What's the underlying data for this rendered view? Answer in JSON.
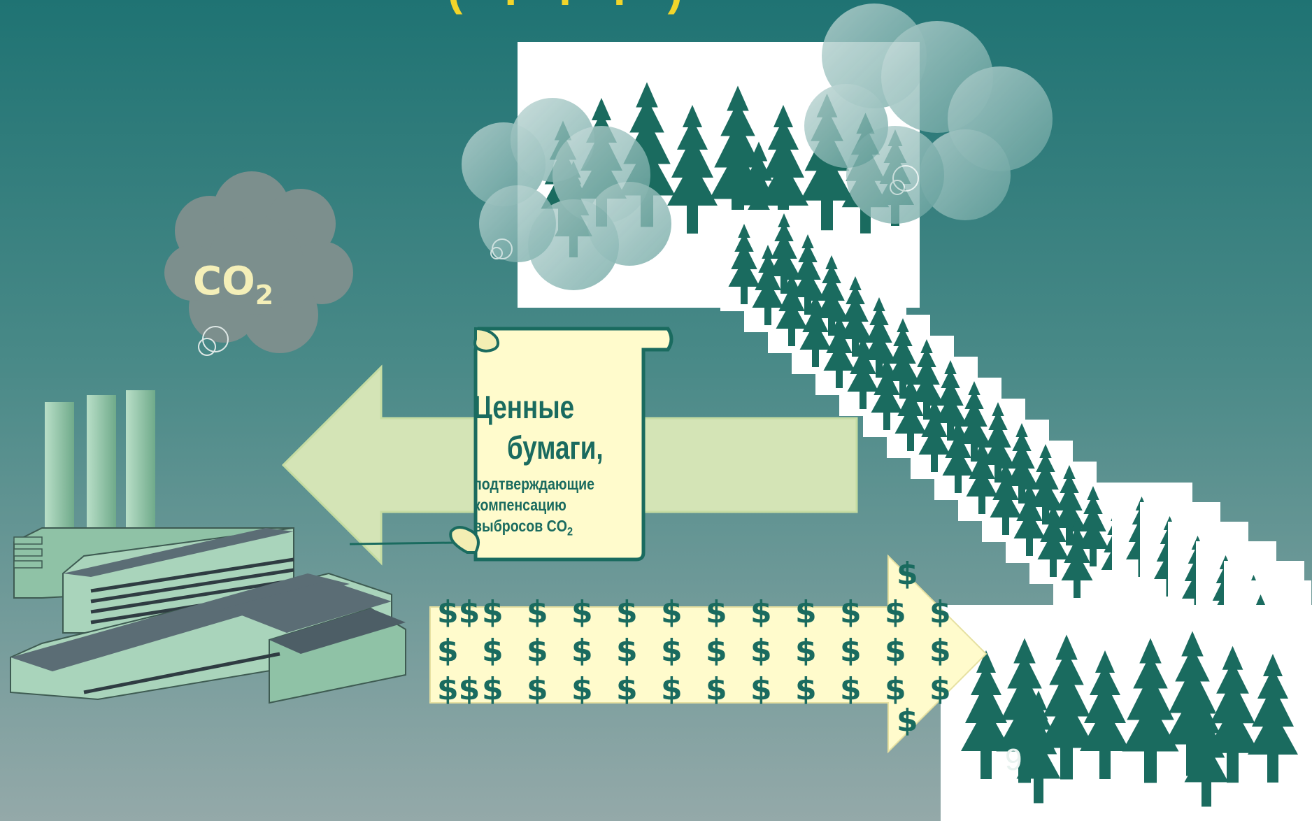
{
  "title_fragment": "(...)",
  "co2_cloud": {
    "text": "CO",
    "subscript": "2"
  },
  "certificate": {
    "title_line1": "Ценные",
    "title_line2": "бумаги,",
    "line1": "подтверждающие",
    "line2": "компенсацию",
    "line3_prefix": "выбросов CO",
    "line3_sub": "2"
  },
  "money_arrow": {
    "symbol": "$"
  },
  "slide_number": "9",
  "colors": {
    "background_top": "#1f7373",
    "background_bottom": "#94a9a9",
    "tree_green": "#1a6b5f",
    "scroll_fill": "#fffbcc",
    "arrow_fill": "#d4e4b6",
    "cloud_gray": "#7c8f8d"
  },
  "icons": [
    "factory-icon",
    "co2-cloud-icon",
    "forest-icon",
    "certificate-scroll-icon",
    "dollar-arrow-icon"
  ]
}
